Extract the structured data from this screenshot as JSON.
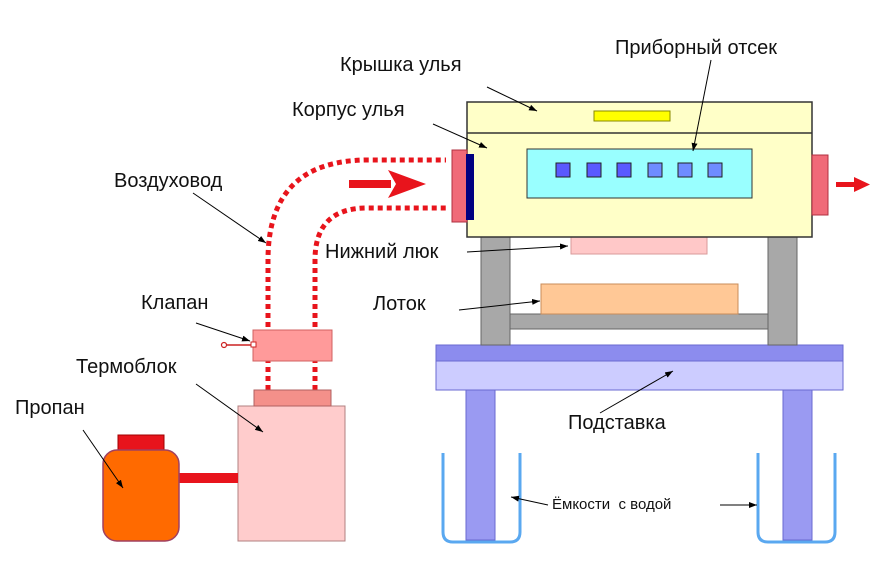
{
  "labels": {
    "hive_lid": "Крышка улья",
    "instrument_bay": "Приборный отсек",
    "hive_body": "Корпус улья",
    "air_duct": "Воздуховод",
    "bottom_hatch": "Нижний люк",
    "tray": "Лоток",
    "valve": "Клапан",
    "thermoblock": "Термоблок",
    "propane": "Пропан",
    "stand": "Подставка",
    "water_containers": "Ёмкости  с водой"
  },
  "colors": {
    "duct": "#e8141c",
    "hive_body": "#ffffc8",
    "instrument_bay": "#99ffff",
    "instrument_led": "#5a5aff",
    "lid_slot": "#ffff00",
    "side_port": "#f06a78",
    "hatch": "#ffc8c8",
    "tray": "#ffc896",
    "hive_legs": "#a8a8a8",
    "stand_top": "#8c8cee",
    "stand_board": "#ccccff",
    "stand_legs": "#9a9af2",
    "water_cups": "#5aa8f0",
    "thermoblock": "#ffcccc",
    "valve": "#ff9a9a",
    "propane_tank": "#ff6a00",
    "propane_cap": "#e8141c"
  },
  "icons": {
    "flow_in": "red-arrow-right",
    "flow_out": "red-arrow-right"
  }
}
